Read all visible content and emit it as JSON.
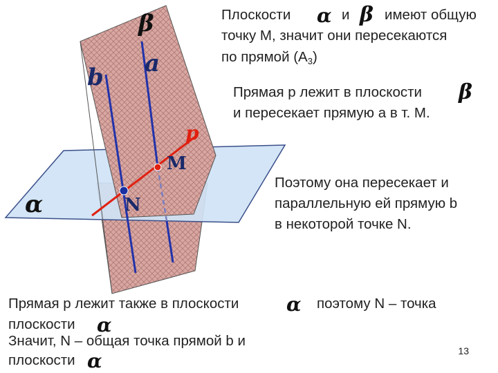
{
  "symbols": {
    "alpha": "α",
    "beta": "β"
  },
  "diagram_labels": {
    "beta": "β",
    "alpha": "α",
    "a": "a",
    "b": "b",
    "p": "p",
    "M": "M",
    "N": "N"
  },
  "colors": {
    "plane_beta_fill": "#d9a7a2",
    "plane_alpha_fill": "#cfe3f5",
    "plane_outline": "#3a4f8a",
    "line_blue": "#2233aa",
    "line_red": "#e02010",
    "point_red": "#e02010",
    "point_blue": "#1a2fa0"
  },
  "text": {
    "block1": {
      "line1_part1": "Плоскости",
      "line1_part2": "и",
      "line1_part3": "имеют общую",
      "line2": "точку М, значит они пересекаются",
      "line3_part1": "по прямой (А",
      "line3_sub": "3",
      "line3_part2": ")"
    },
    "block2": {
      "line1": "Прямая р лежит в плоскости",
      "line2": "и пересекает прямую а в т. М."
    },
    "block3": {
      "line1": "Поэтому она пересекает и",
      "line2": "параллельную ей прямую b",
      "line3": "в некоторой точке N."
    },
    "block4": {
      "line1_part1": "Прямая р лежит также в плоскости",
      "line1_part2": "поэтому N – точка",
      "line2": "плоскости",
      "line3": "Значит, N – общая точка прямой b и",
      "line4": "плоскости"
    }
  },
  "page_number": "13"
}
